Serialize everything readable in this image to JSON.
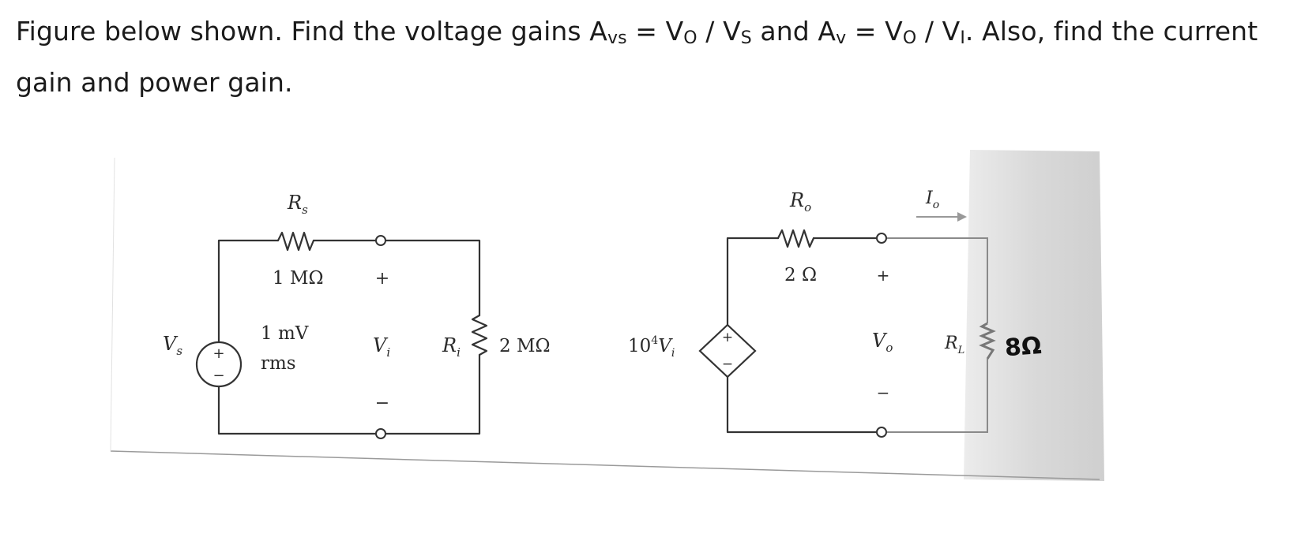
{
  "question": {
    "line1_prefix": "Figure below shown. Find the voltage gains A",
    "avs_sub": "vs",
    "line1_mid1": " = V",
    "vo_sub_1": "O",
    "line1_mid2": " / V",
    "vs_sub": "S",
    "line1_mid3": " and A",
    "av_sub": "v",
    "line1_mid4": " = V",
    "vo_sub_2": "O",
    "line1_mid5": " / V",
    "vi_sub": "I",
    "line1_suffix": ". Also, find the current",
    "line2": "gain and power gain."
  },
  "circuit": {
    "source": {
      "label": "V",
      "label_sub": "s",
      "plus": "+",
      "minus": "−",
      "value_line1": "1 mV",
      "value_line2": "rms"
    },
    "rs": {
      "label": "R",
      "label_sub": "s",
      "value": "1 MΩ"
    },
    "vi": {
      "label": "V",
      "label_sub": "i",
      "plus": "+",
      "minus": "−"
    },
    "ri": {
      "label": "R",
      "label_sub": "i",
      "value": "2 MΩ"
    },
    "dependent_source": {
      "label_coef": "10",
      "label_exp": "4",
      "label_var": "V",
      "label_var_sub": "i",
      "plus": "+",
      "minus": "−"
    },
    "ro": {
      "label": "R",
      "label_sub": "o",
      "value": "2 Ω"
    },
    "vo": {
      "label": "V",
      "label_sub": "o",
      "plus": "+",
      "minus": "−"
    },
    "io": {
      "label": "I",
      "label_sub": "o"
    },
    "rl": {
      "label": "R",
      "label_sub": "L",
      "value": "8Ω"
    }
  },
  "colors": {
    "question_text": "#1b1b1b",
    "wire": "#333333",
    "shadow_region": "#d6d6d6",
    "handwritten": "#111111"
  }
}
